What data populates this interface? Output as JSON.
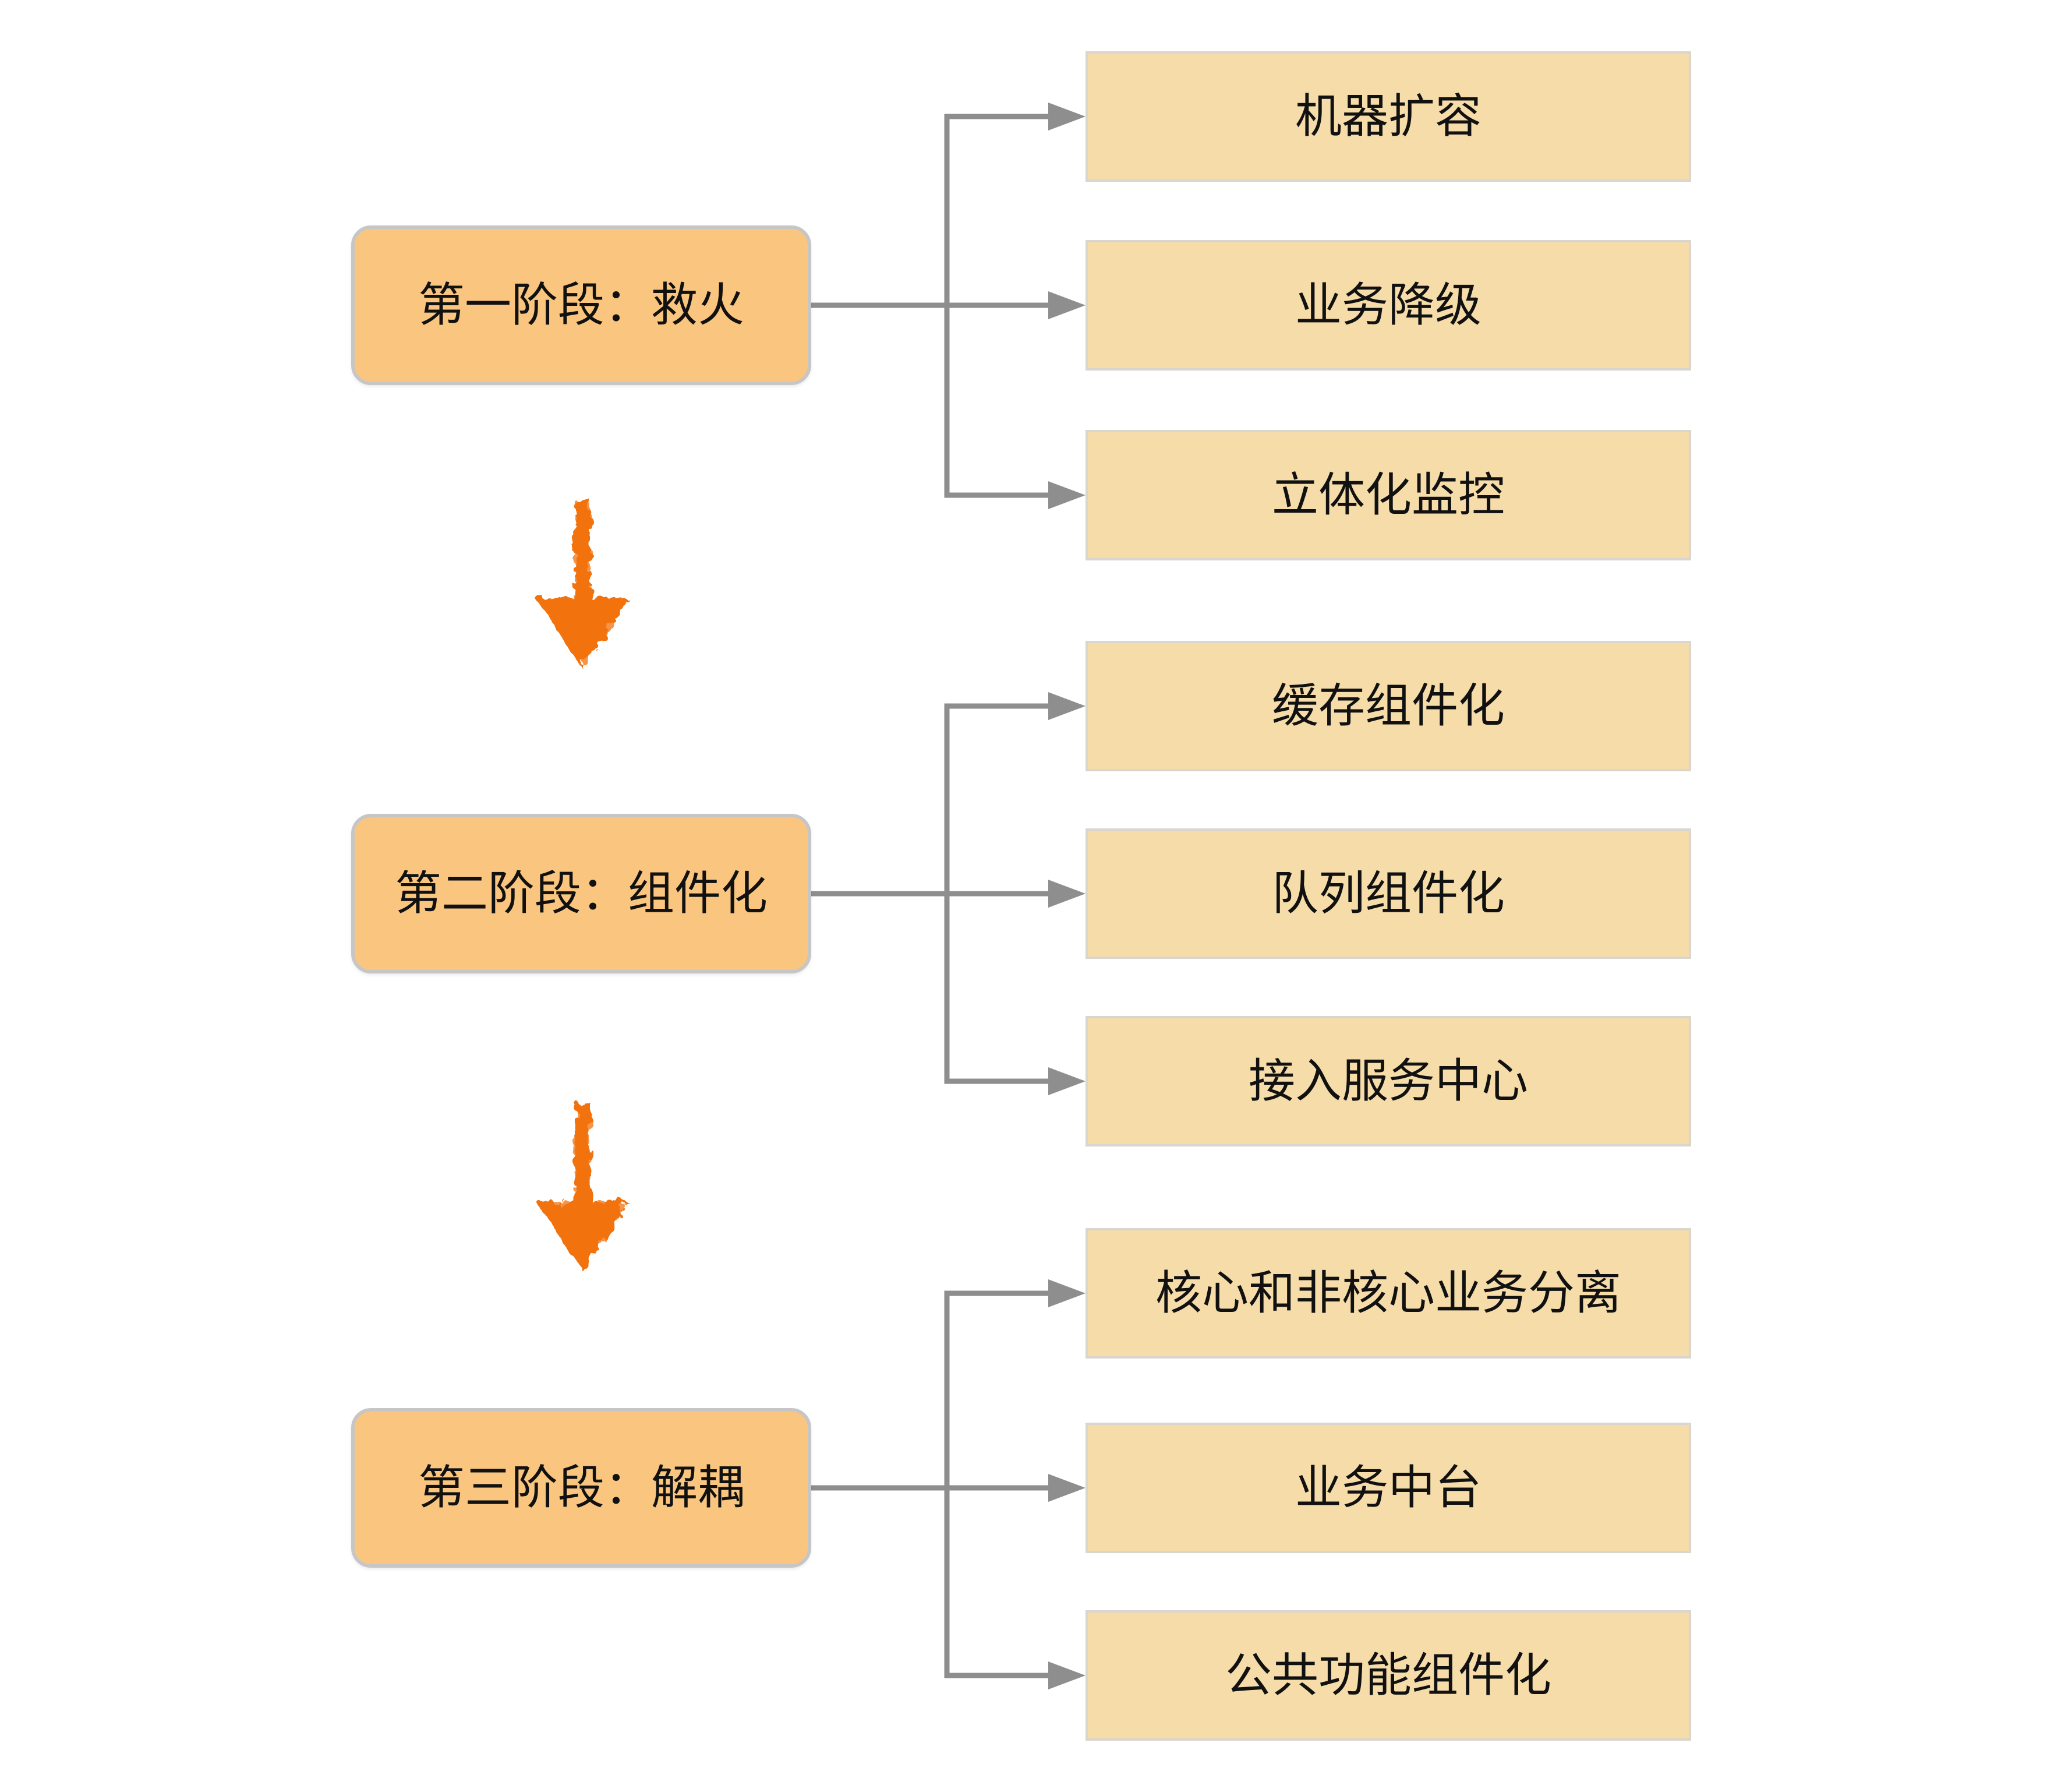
{
  "diagram": {
    "description_visible_text_only": true,
    "stages": [
      {
        "label": "第一阶段：救火",
        "children": [
          "机器扩容",
          "业务降级",
          "立体化监控"
        ]
      },
      {
        "label": "第二阶段：组件化",
        "children": [
          "缓存组件化",
          "队列组件化",
          "接入服务中心"
        ]
      },
      {
        "label": "第三阶段：解耦",
        "children": [
          "核心和非核心业务分离",
          "业务中台",
          "公共功能组件化"
        ]
      }
    ],
    "icons": {
      "stage_transition_arrow": "hand-drawn-down-arrow",
      "connector_arrowhead": "right-arrowhead"
    }
  },
  "theme": {
    "background": "#FFFFFF",
    "stage_box_fill": "#FAC67F",
    "stage_box_border": "#C6C6C6",
    "child_box_fill": "#F5DCA9",
    "child_box_border": "#D9D5CF",
    "connector_color": "#8E8E8E",
    "arrow_color": "#F2720C",
    "text_color": "#111111"
  }
}
